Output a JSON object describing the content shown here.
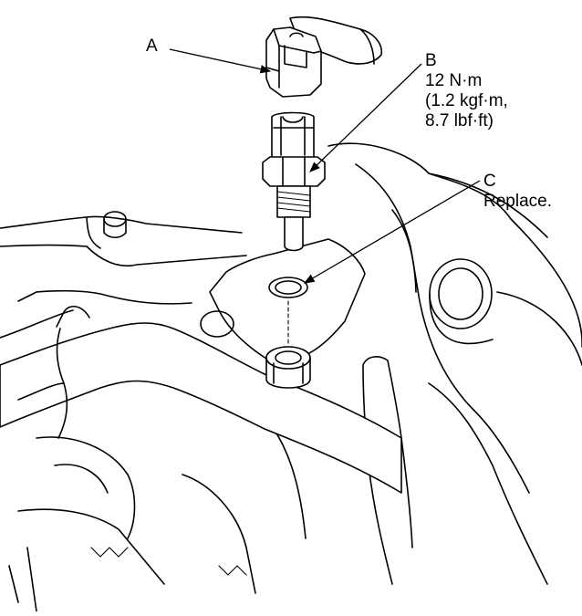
{
  "callouts": {
    "a": {
      "letter": "A"
    },
    "b": {
      "letter": "B",
      "torque_nm": "12 N·m",
      "torque_kgfm": "(1.2 kgf·m,",
      "torque_lbfft": "8.7 lbf·ft)"
    },
    "c": {
      "letter": "C",
      "note": "Replace."
    }
  }
}
